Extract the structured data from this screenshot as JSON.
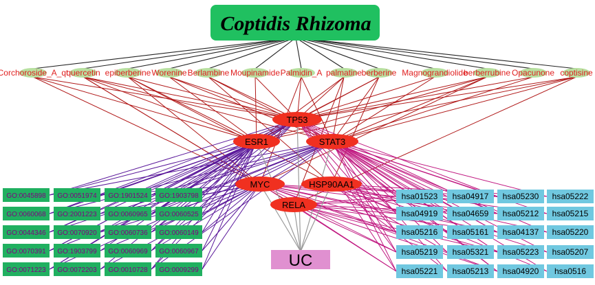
{
  "title": "Coptidis Rhizoma",
  "disease": "UC",
  "compounds": [
    "Corchoroside_A_qt",
    "quercetin",
    "epiberberine",
    "Worenine",
    "Berlambine",
    "Moupinamide",
    "Palmidin_A",
    "palmatine",
    "berberine",
    "Magnograndiolide",
    "berberrubine",
    "Opacunone",
    "coptisine"
  ],
  "targets": [
    "TP53",
    "ESR1",
    "STAT3",
    "MYC",
    "HSP90AA1",
    "RELA"
  ],
  "go_terms": [
    [
      "GO:0045898",
      "GO:0051974",
      "GO:1901524",
      "GO:1903798"
    ],
    [
      "GO:0060068",
      "GO:2001223",
      "GO:0060965",
      "GO:0060525"
    ],
    [
      "GO:0044346",
      "GO:0070920",
      "GO:0060736",
      "GO:0060149"
    ],
    [
      "GO:0070391",
      "GO:1903799",
      "GO:0060969",
      "GO:0060967"
    ],
    [
      "GO:0071223",
      "GO:0072203",
      "GO:0010728",
      "GO:0009299"
    ]
  ],
  "pathways": [
    [
      "hsa01523",
      "hsa04917",
      "hsa05230",
      "hsa05222"
    ],
    [
      "hsa04919",
      "hsa04659",
      "hsa05212",
      "hsa05215"
    ],
    [
      "hsa05216",
      "hsa05161",
      "hsa04137",
      "hsa05220"
    ],
    [
      "hsa05219",
      "hsa05321",
      "hsa05223",
      "hsa05207"
    ],
    [
      "hsa05221",
      "hsa05213",
      "hsa04920",
      "hsa0516"
    ]
  ],
  "colors": {
    "title_box": "#20c060",
    "compound_node": "#b8e0a0",
    "compound_text": "#e02020",
    "target_node": "#f03020",
    "go_node": "#20b060",
    "go_text": "#800080",
    "pathway_node": "#70c8e0",
    "uc_node": "#e090d0",
    "edge_title": "#222222",
    "edge_compound": "#b01818",
    "edge_go": "#5a189a",
    "edge_pathway": "#c01880",
    "edge_uc": "#999999"
  }
}
